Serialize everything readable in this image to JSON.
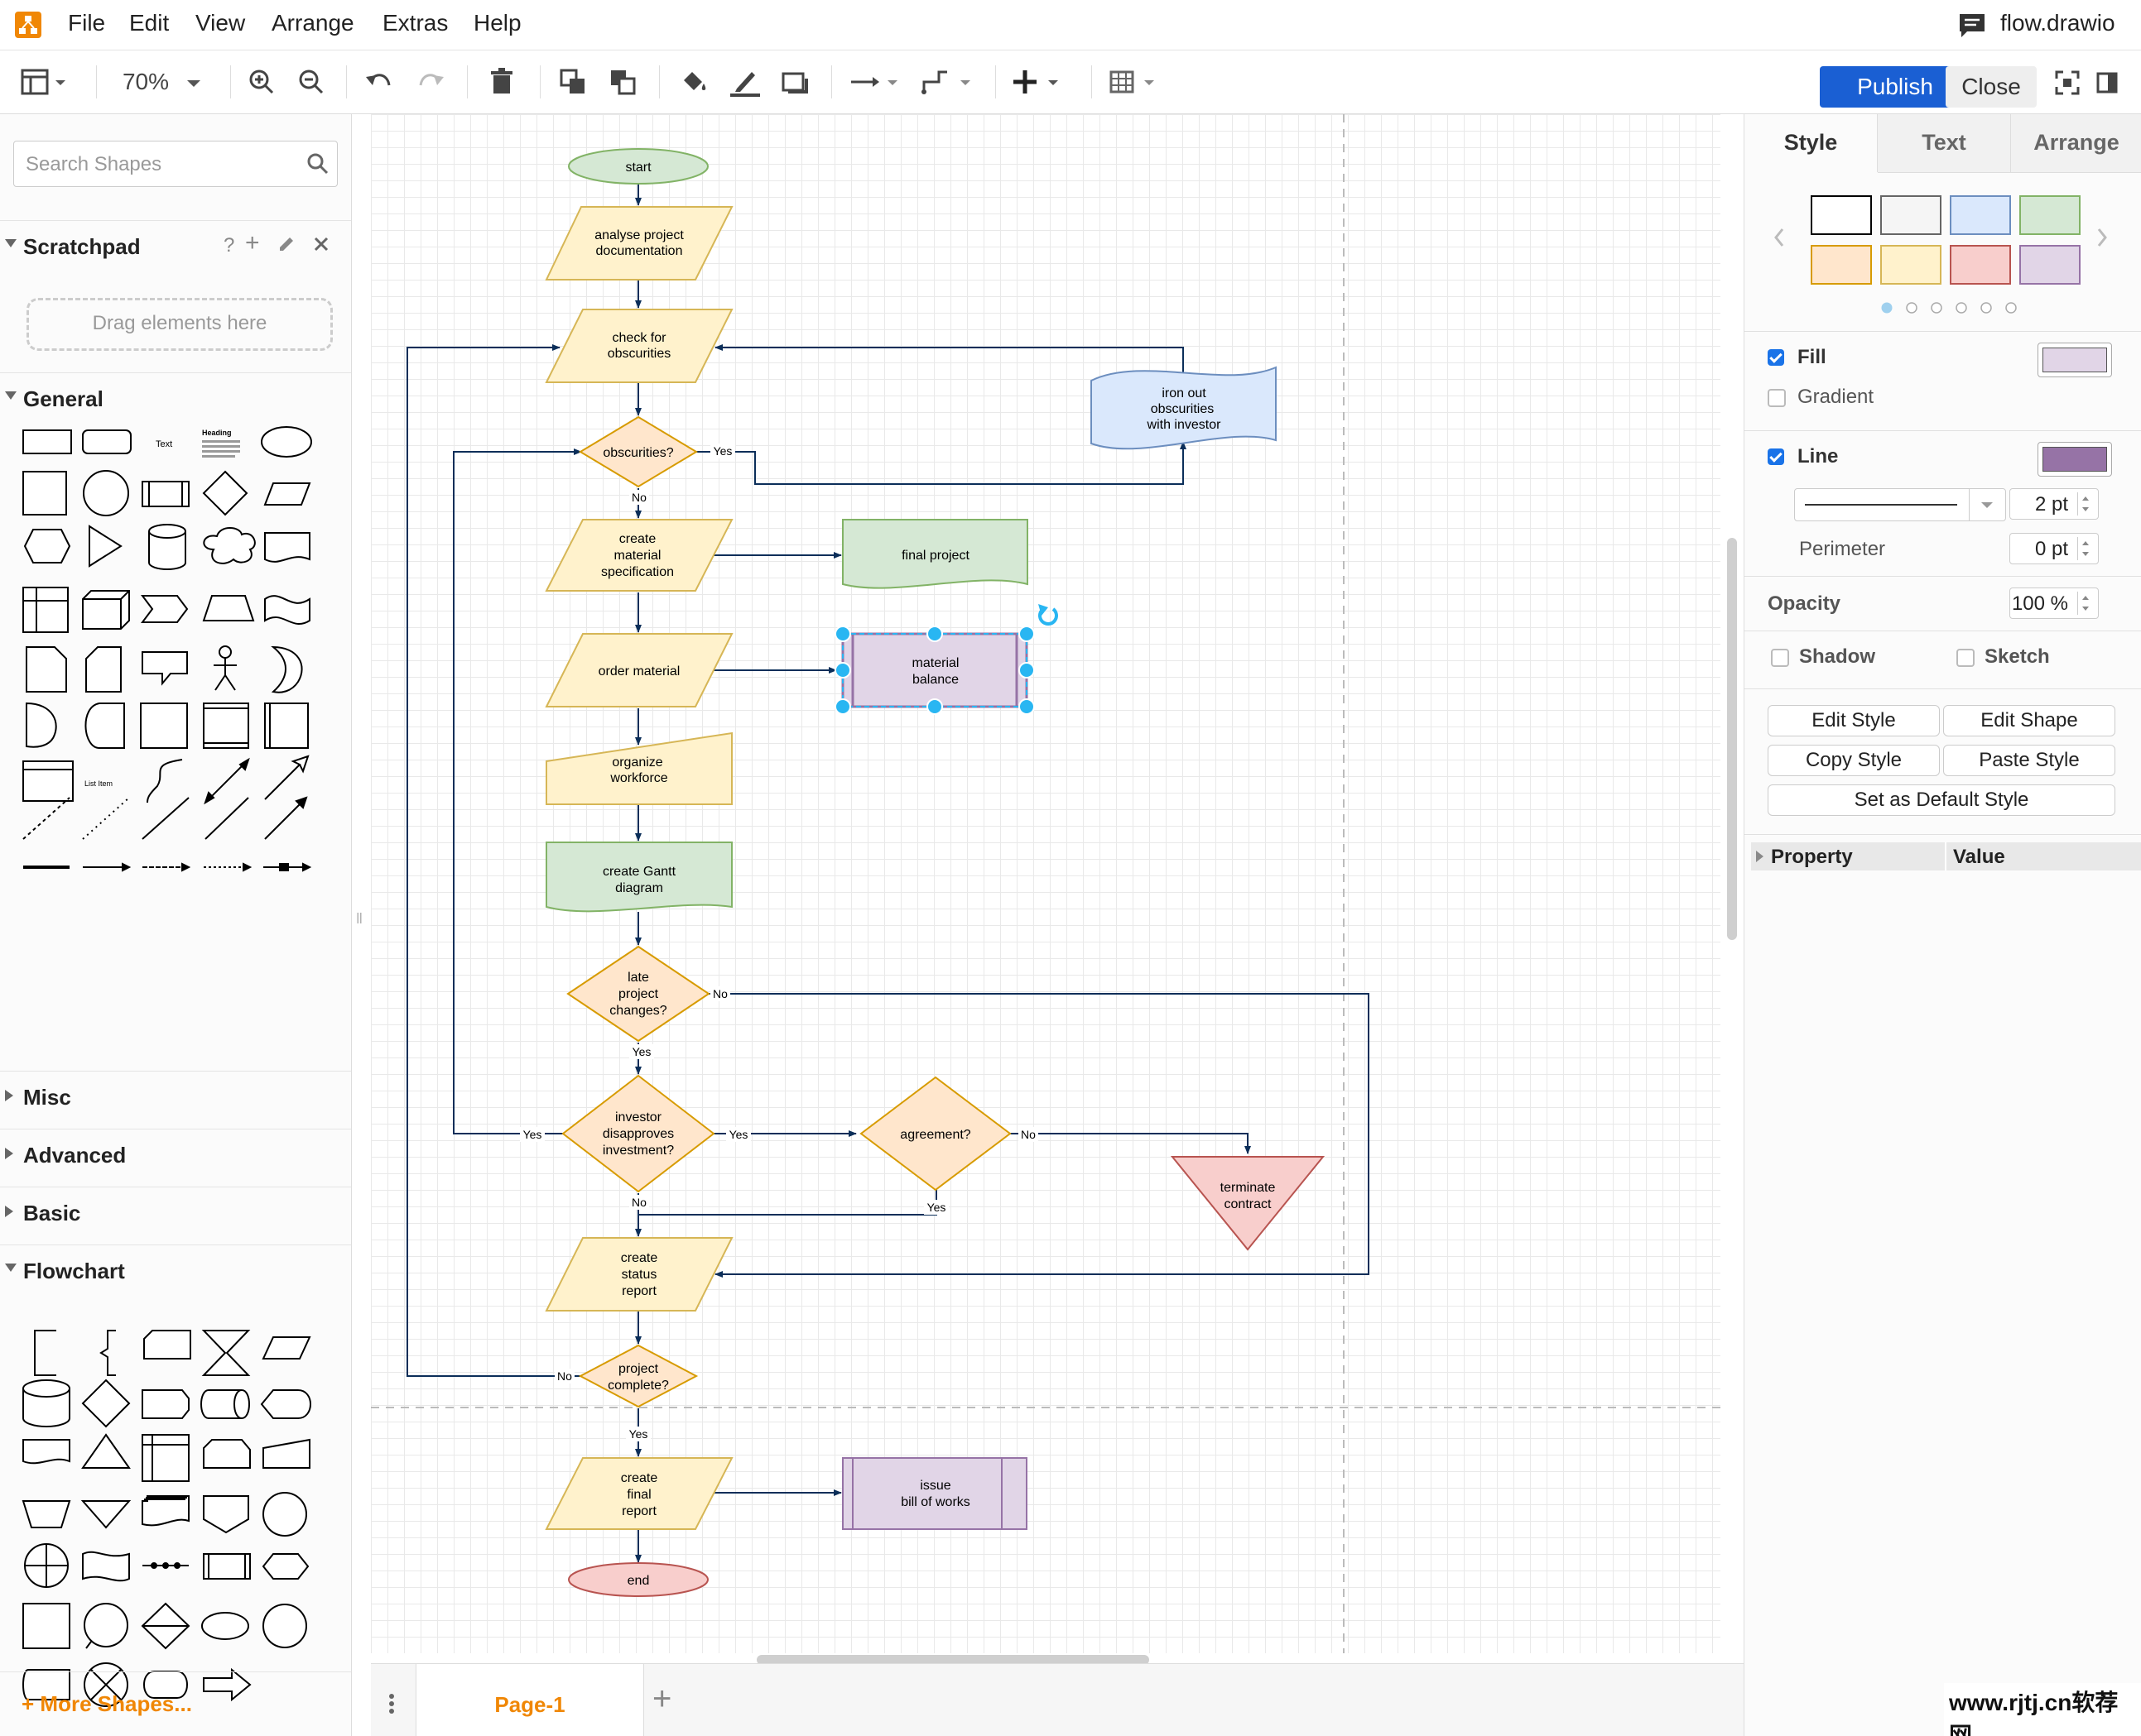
{
  "menubar": {
    "items": [
      "File",
      "Edit",
      "View",
      "Arrange",
      "Extras",
      "Help"
    ],
    "filename": "flow.drawio"
  },
  "toolbar": {
    "zoom": "70%",
    "publish_label": "Publish",
    "close_label": "Close"
  },
  "sidebar": {
    "search_placeholder": "Search Shapes",
    "scratchpad_title": "Scratchpad",
    "scratchpad_help": "?",
    "scratchpad_drop": "Drag elements here",
    "sections": {
      "general": "General",
      "misc": "Misc",
      "advanced": "Advanced",
      "basic": "Basic",
      "flowchart": "Flowchart"
    },
    "general_labels": {
      "text": "Text",
      "heading": "Heading",
      "list_item": "List Item"
    },
    "more_shapes": "More Shapes..."
  },
  "page_tabs": {
    "current": "Page-1"
  },
  "diagram": {
    "nodes": {
      "start": "start",
      "analyse1": "analyse project",
      "analyse2": "documentation",
      "check1": "check for",
      "check2": "obscurities",
      "obscur": "obscurities?",
      "iron1": "iron out",
      "iron2": "obscurities",
      "iron3": "with investor",
      "create1": "create",
      "create2": "material",
      "create3": "specification",
      "final_project": "final project",
      "order": "order material",
      "balance1": "material",
      "balance2": "balance",
      "organize1": "organize",
      "organize2": "workforce",
      "gantt1": "create Gantt",
      "gantt2": "diagram",
      "late1": "late",
      "late2": "project",
      "late3": "changes?",
      "inv1": "investor",
      "inv2": "disapproves",
      "inv3": "investment?",
      "agreement": "agreement?",
      "term1": "terminate",
      "term2": "contract",
      "status1": "create",
      "status2": "status",
      "status3": "report",
      "complete1": "project",
      "complete2": "complete?",
      "finalr1": "create",
      "finalr2": "final",
      "finalr3": "report",
      "bill1": "issue",
      "bill2": "bill of works",
      "end": "end"
    },
    "edge_labels": {
      "yes": "Yes",
      "no": "No"
    }
  },
  "format_panel": {
    "tabs": [
      "Style",
      "Text",
      "Arrange"
    ],
    "palette": [
      "#ffffff",
      "#f5f5f5",
      "#dae8fc",
      "#d5e8d4",
      "#ffe6cc",
      "#fff2cc",
      "#f8cecc",
      "#e1d5e7"
    ],
    "palette_borders": [
      "#000000",
      "#666666",
      "#6c8ebf",
      "#82b366",
      "#d79b00",
      "#d6b656",
      "#b85450",
      "#9673a6"
    ],
    "fill_label": "Fill",
    "fill_color": "#e1d5e7",
    "gradient_label": "Gradient",
    "line_label": "Line",
    "line_color": "#9673a6",
    "line_width": "2 pt",
    "perimeter_label": "Perimeter",
    "perimeter_value": "0 pt",
    "opacity_label": "Opacity",
    "opacity_value": "100 %",
    "shadow_label": "Shadow",
    "sketch_label": "Sketch",
    "edit_style": "Edit Style",
    "edit_shape": "Edit Shape",
    "copy_style": "Copy Style",
    "paste_style": "Paste Style",
    "default_style": "Set as Default Style",
    "property_header": "Property",
    "value_header": "Value"
  },
  "watermark": "www.rjtj.cn软荐网"
}
